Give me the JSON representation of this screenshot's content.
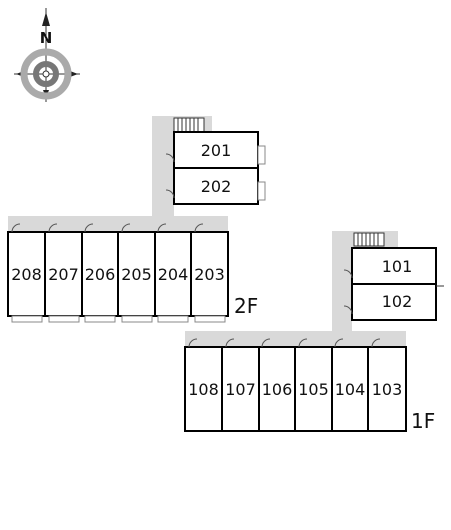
{
  "compass": {
    "north_label": "N",
    "icon": "compass-rose-icon"
  },
  "floors": [
    {
      "floor_label": "2F",
      "units_upper": [
        "201",
        "202"
      ],
      "units_row": [
        "208",
        "207",
        "206",
        "205",
        "204",
        "203"
      ]
    },
    {
      "floor_label": "1F",
      "units_upper": [
        "101",
        "102"
      ],
      "units_row": [
        "108",
        "107",
        "106",
        "105",
        "104",
        "103"
      ]
    }
  ],
  "colors": {
    "corridor": "#d9d9d9",
    "wall": "#000000",
    "background": "#ffffff"
  }
}
